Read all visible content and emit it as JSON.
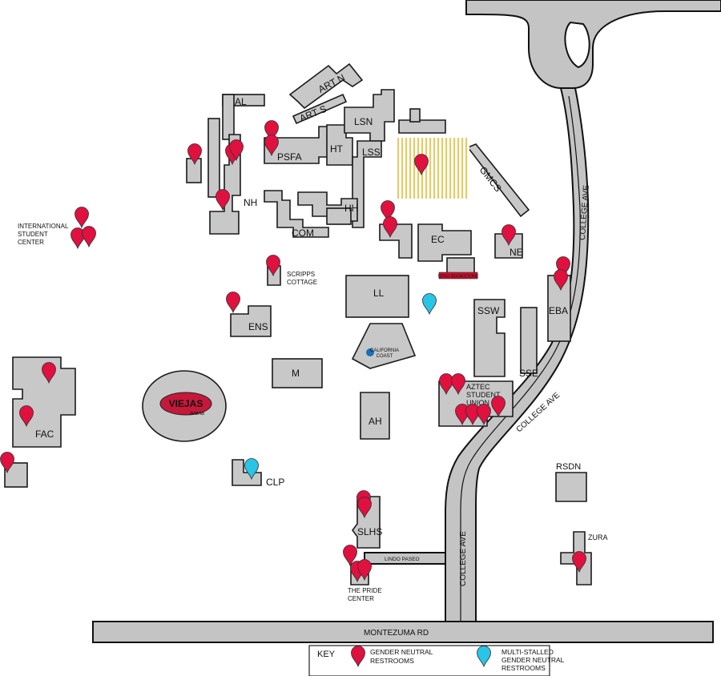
{
  "buildings": {
    "art_n": "ART N",
    "art_s": "ART S",
    "al": "AL",
    "lsn": "LSN",
    "psfa": "PSFA",
    "ht": "HT",
    "lss": "LSS",
    "gmcs": "GMCS",
    "nh": "NH",
    "hh": "HH",
    "com": "COM",
    "ec": "EC",
    "ne": "NE",
    "scripps_1": "SCRIPPS",
    "scripps_2": "COTTAGE",
    "ll": "LL",
    "ens": "ENS",
    "ssw": "SSW",
    "eba": "EBA",
    "sse": "SSE",
    "m": "M",
    "fac": "FAC",
    "ah": "AH",
    "aztec_1": "AZTEC",
    "aztec_2": "STUDENT",
    "aztec_3": "UNION",
    "clp": "CLP",
    "rsdn": "RSDN",
    "slhs": "SLHS",
    "zura": "ZURA",
    "pride_1": "THE PRIDE",
    "pride_2": "CENTER",
    "isc_1": "INTERNATIONAL",
    "isc_2": "STUDENT",
    "isc_3": "CENTER",
    "bookstore": "SDSU BOOKSTORE",
    "viejas_1": "VIEJAS",
    "viejas_2": "arena",
    "cal_coast_1": "CALIFORNIA",
    "cal_coast_2": "COAST"
  },
  "streets": {
    "college_ave": "COLLEGE AVE",
    "montezuma": "MONTEZUMA RD",
    "lindo_paseo": "LINDO PASEO"
  },
  "legend": {
    "title": "KEY",
    "red_1": "GENDER NEUTRAL",
    "red_2": "RESTROOMS",
    "blue_1": "MULTI-STALLED",
    "blue_2": "GENDER NEUTRAL",
    "blue_3": "RESTROOMS"
  },
  "colors": {
    "single_restroom": "#e0103f",
    "multi_stalled_restroom": "#29c4e6",
    "building": "#c8c8c8",
    "road": "#c4c4c4"
  }
}
